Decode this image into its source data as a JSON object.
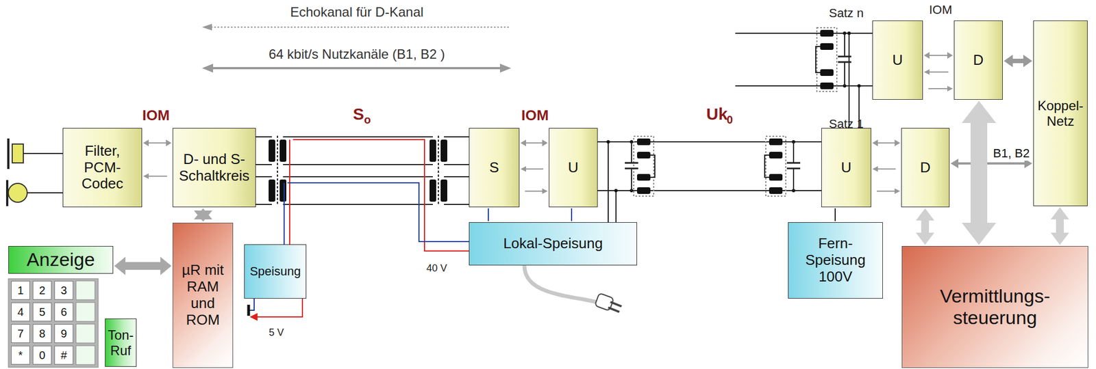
{
  "diagram": {
    "nodes": [
      {
        "text": [
          "Anzeige"
        ]
      },
      {
        "text": [
          "1"
        ]
      },
      {
        "text": [
          "2"
        ]
      },
      {
        "text": [
          "3"
        ]
      },
      {
        "text": [
          "4"
        ]
      },
      {
        "text": [
          "5"
        ]
      },
      {
        "text": [
          "6"
        ]
      },
      {
        "text": [
          "7"
        ]
      },
      {
        "text": [
          "8"
        ]
      },
      {
        "text": [
          "9"
        ]
      },
      {
        "text": [
          "*"
        ]
      },
      {
        "text": [
          "0"
        ]
      },
      {
        "text": [
          "#"
        ]
      },
      {
        "text": [
          "Ton-Ruf"
        ]
      },
      {
        "text": [
          "Filter, PCM-Codec"
        ]
      },
      {
        "text": [
          "D- und S-Schaltkreis"
        ]
      },
      {
        "text": [
          "µR mit RAM und ROM"
        ]
      },
      {
        "text": [
          "Speisung"
        ]
      },
      {
        "text": [
          "S"
        ]
      },
      {
        "text": [
          "U"
        ]
      },
      {
        "text": [
          "Lokal-Speisung"
        ]
      },
      {
        "text": [
          "U"
        ]
      },
      {
        "text": [
          "D"
        ]
      },
      {
        "text": [
          "Koppel-Netz"
        ]
      },
      {
        "text": [
          "U"
        ]
      },
      {
        "text": [
          "D"
        ]
      },
      {
        "text": [
          "Fern-Speisung 100V"
        ]
      },
      {
        "text": [
          "Vermittlungs-steuerung"
        ]
      }
    ],
    "edges": [
      {
        "from": 14,
        "to": 15,
        "arrow": "both"
      },
      {
        "from": 15,
        "to": 16,
        "arrow": "both"
      },
      {
        "from": 0,
        "to": 16,
        "arrow": "both"
      },
      {
        "from": 18,
        "to": 19,
        "arrow": "both"
      },
      {
        "from": 24,
        "to": 25,
        "arrow": "both"
      },
      {
        "from": 21,
        "to": 22,
        "arrow": "both"
      },
      {
        "from": 22,
        "to": 23,
        "arrow": "both"
      },
      {
        "from": 25,
        "to": 23,
        "label": "B1, B2",
        "arrow": "both"
      },
      {
        "from": 27,
        "to": 25,
        "arrow": "both"
      },
      {
        "from": 27,
        "to": 22,
        "arrow": "both"
      },
      {
        "from": 27,
        "to": 23,
        "arrow": "both"
      },
      {
        "from": 26,
        "to": 24,
        "arrow": "none"
      },
      {
        "from": 20,
        "to": 18,
        "arrow": "none"
      },
      {
        "from": 20,
        "to": 19,
        "arrow": "none"
      }
    ],
    "labels": [
      "Echokanal für D-Kanal",
      "64 kbit/s Nutzkanäle (B1, B2 )",
      "IOM",
      "S",
      "o",
      "IOM",
      "Uk",
      "0",
      "Satz n",
      "IOM",
      "Satz 1",
      "40 V",
      "5 V"
    ]
  }
}
